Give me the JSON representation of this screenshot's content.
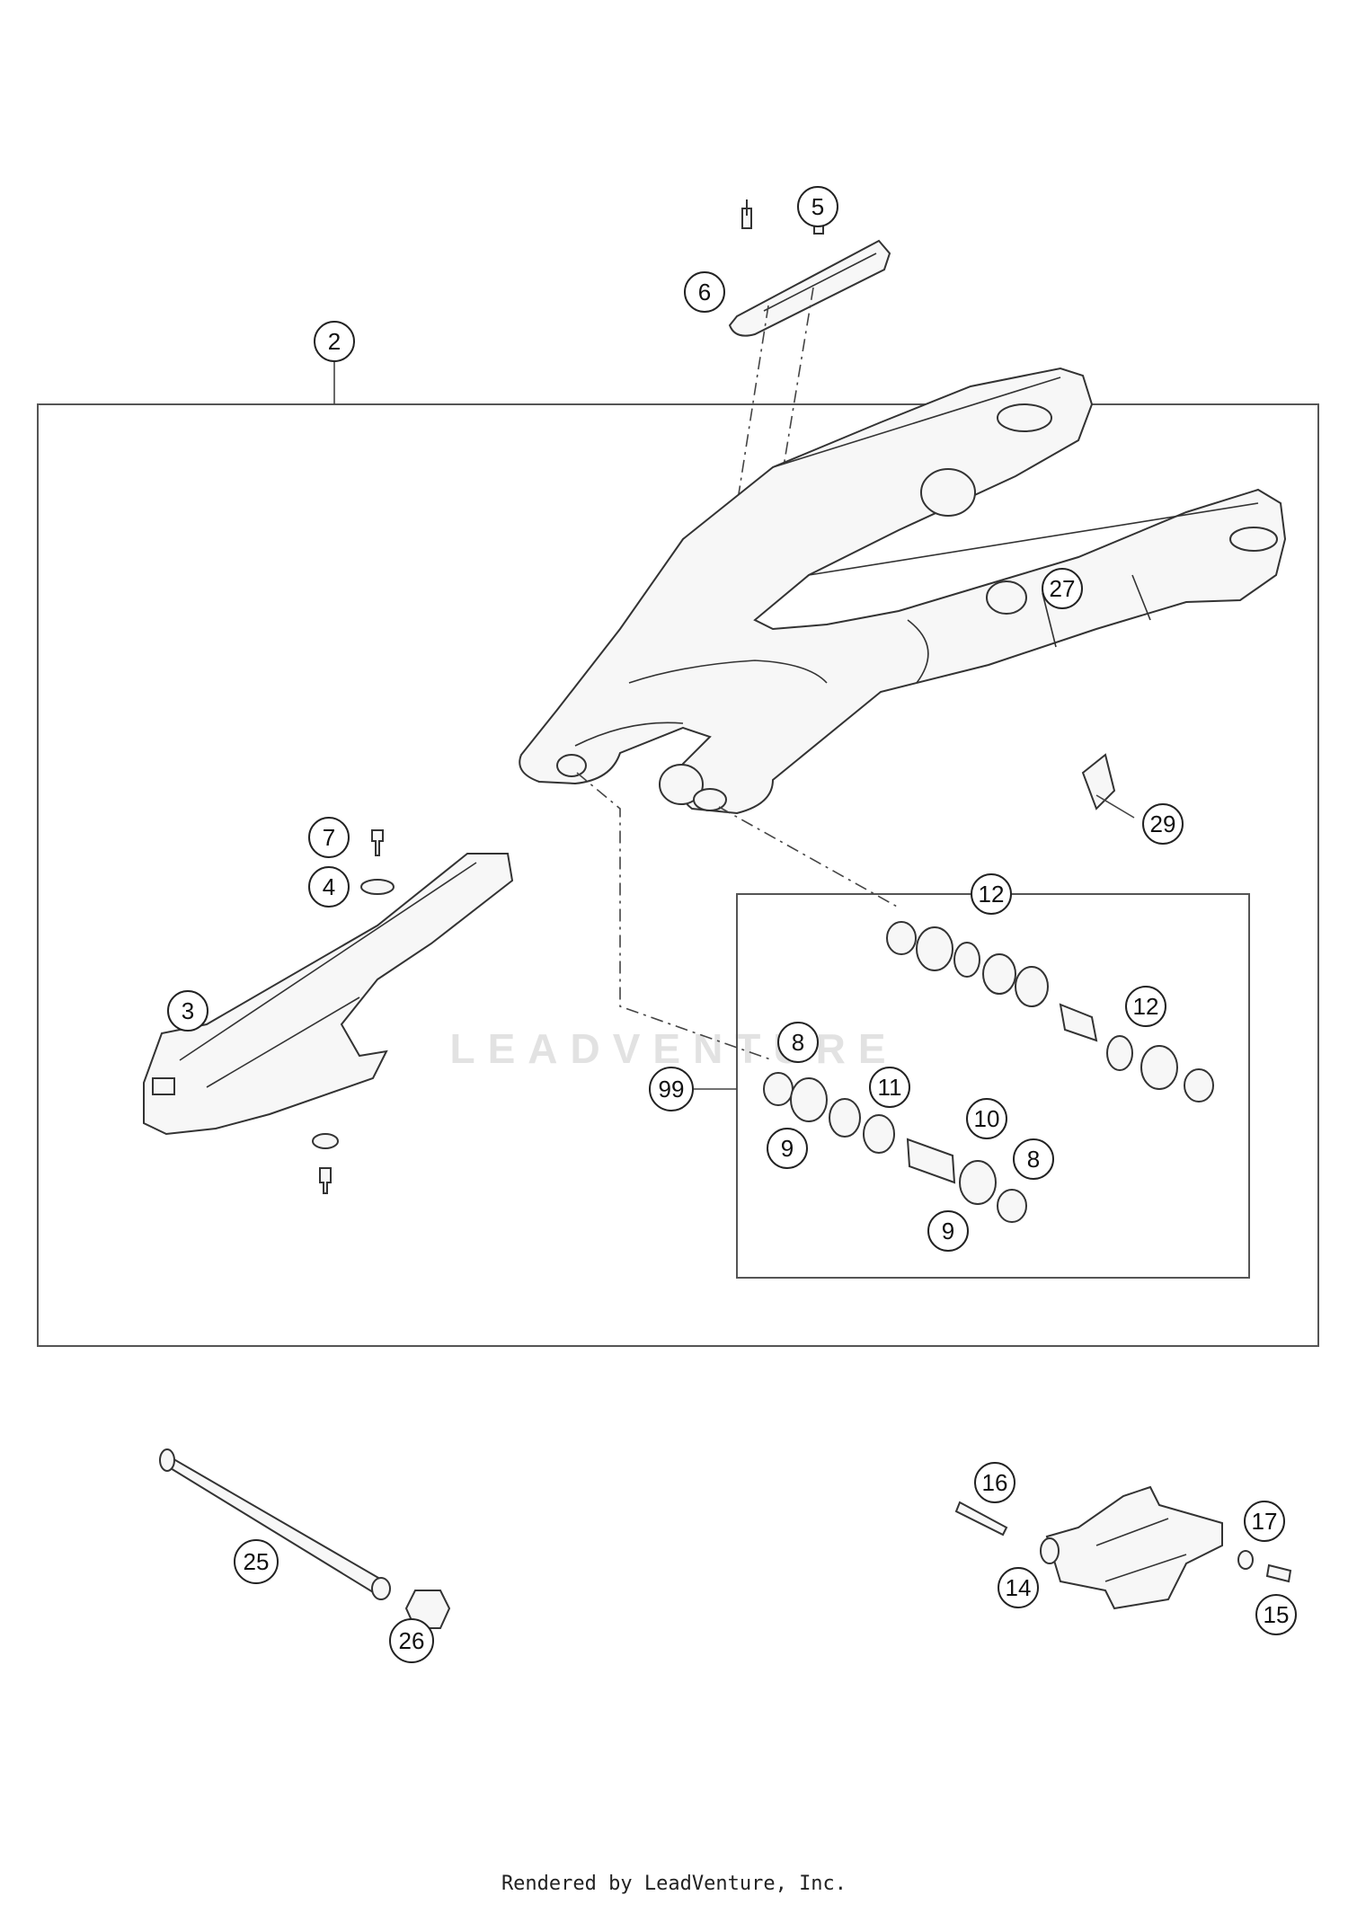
{
  "watermark": "LEADVENTURE",
  "footer": "Rendered by LeadVenture, Inc.",
  "callouts": [
    {
      "label": "5"
    },
    {
      "label": "6"
    },
    {
      "label": "2"
    },
    {
      "label": "27"
    },
    {
      "label": "29"
    },
    {
      "label": "7"
    },
    {
      "label": "4"
    },
    {
      "label": "3"
    },
    {
      "label": "12"
    },
    {
      "label": "12"
    },
    {
      "label": "8"
    },
    {
      "label": "11"
    },
    {
      "label": "10"
    },
    {
      "label": "9"
    },
    {
      "label": "8"
    },
    {
      "label": "99"
    },
    {
      "label": "9"
    },
    {
      "label": "16"
    },
    {
      "label": "17"
    },
    {
      "label": "25"
    },
    {
      "label": "14"
    },
    {
      "label": "15"
    },
    {
      "label": "26"
    }
  ]
}
